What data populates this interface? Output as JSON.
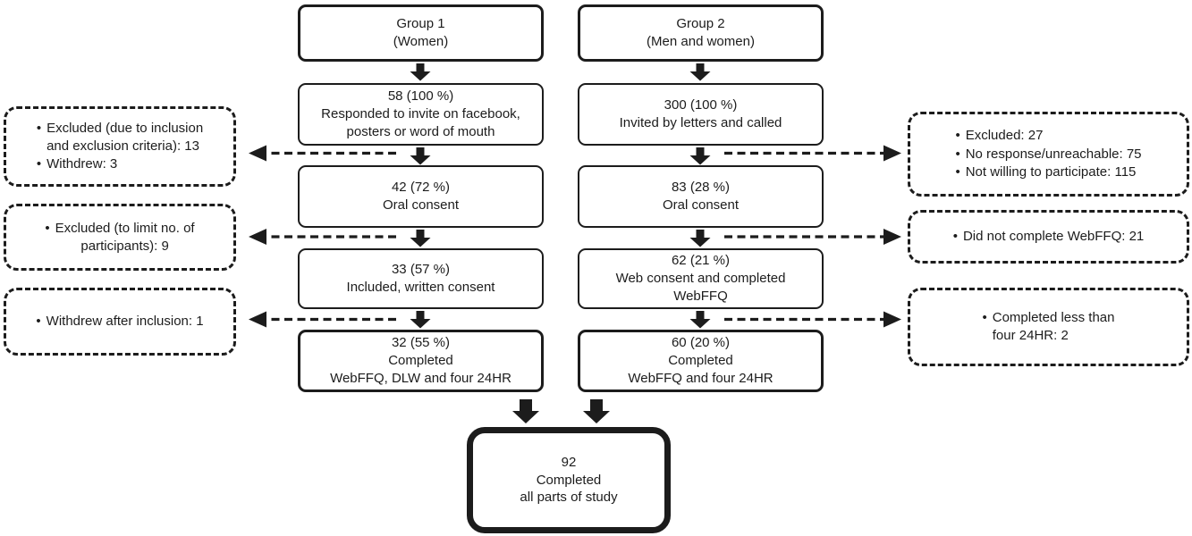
{
  "meta": {
    "diagram_type": "study-flowchart"
  },
  "colors": {
    "ink": "#1c1c1c",
    "background": "#ffffff"
  },
  "glyphs": {
    "bullet": "•"
  },
  "flow": {
    "col1": {
      "header": {
        "text": "Group 1\n(Women)"
      },
      "steps": [
        {
          "text": "58 (100 %)\nResponded to invite on facebook,\nposters or word of mouth"
        },
        {
          "text": "42 (72 %)\nOral consent"
        },
        {
          "text": "33 (57 %)\nIncluded, written consent"
        },
        {
          "text": "32 (55 %)\nCompleted\nWebFFQ, DLW and four 24HR"
        }
      ]
    },
    "col2": {
      "header": {
        "text": "Group 2\n(Men and women)"
      },
      "steps": [
        {
          "text": "300 (100 %)\nInvited by letters and called"
        },
        {
          "text": "83 (28 %)\nOral consent"
        },
        {
          "text": "62 (21 %)\nWeb consent and completed\nWebFFQ"
        },
        {
          "text": "60 (20 %)\nCompleted\nWebFFQ and four 24HR"
        }
      ]
    },
    "final": {
      "text": "92\nCompleted\nall parts of study"
    }
  },
  "exclusions": {
    "left": [
      {
        "items": [
          {
            "text": "Excluded (due to inclusion\nand exclusion criteria): 13"
          },
          {
            "text": "Withdrew: 3"
          }
        ]
      },
      {
        "items": [
          {
            "text": "Excluded (to limit no. of\nparticipants): 9"
          }
        ]
      },
      {
        "items": [
          {
            "text": "Withdrew after inclusion: 1"
          }
        ]
      }
    ],
    "right": [
      {
        "items": [
          {
            "text": "Excluded: 27"
          },
          {
            "text": "No response/unreachable: 75"
          },
          {
            "text": "Not willing to participate: 115"
          }
        ]
      },
      {
        "items": [
          {
            "text": "Did not complete WebFFQ: 21"
          }
        ]
      },
      {
        "items": [
          {
            "text": "Completed less than\nfour 24HR: 2"
          }
        ]
      }
    ]
  }
}
